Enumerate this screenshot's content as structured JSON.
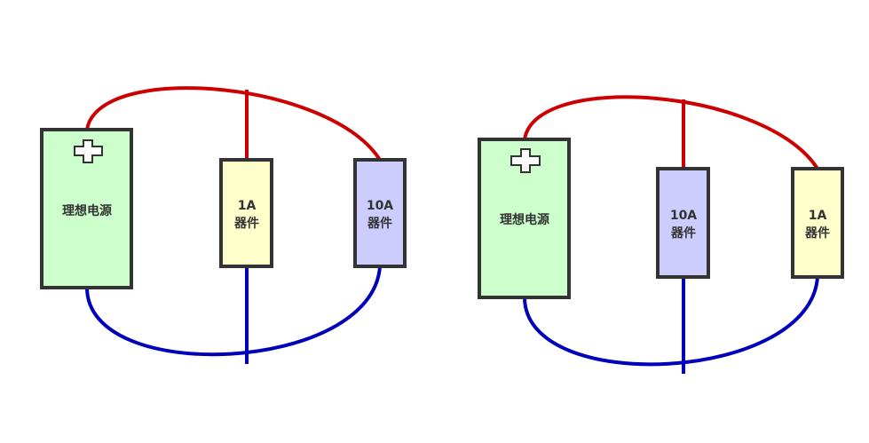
{
  "colors": {
    "background": "#ffffff",
    "outline": "#333333",
    "positive_wire": "#cc0000",
    "negative_wire": "#0000bb",
    "power_source_fill": "#ccffcc",
    "device_1a_fill": "#ffffcc",
    "device_10a_fill": "#ccccff"
  },
  "circuits": [
    {
      "power_source": {
        "label": "理想电源",
        "terminal_icon": "plus-icon"
      },
      "devices": [
        {
          "line1": "1A",
          "line2": "器件",
          "color_key": "device_1a_fill"
        },
        {
          "line1": "10A",
          "line2": "器件",
          "color_key": "device_10a_fill"
        }
      ]
    },
    {
      "power_source": {
        "label": "理想电源",
        "terminal_icon": "plus-icon"
      },
      "devices": [
        {
          "line1": "10A",
          "line2": "器件",
          "color_key": "device_10a_fill"
        },
        {
          "line1": "1A",
          "line2": "器件",
          "color_key": "device_1a_fill"
        }
      ]
    }
  ]
}
